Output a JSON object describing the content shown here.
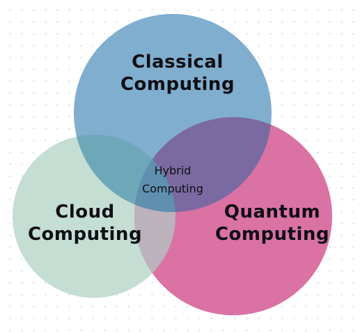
{
  "colors": {
    "cloud": "#c5ded4",
    "quantum": "#db72a4",
    "classical": "#80aecf",
    "cloud_quantum": "#bcb2bc",
    "classical_cloud": "#6ea8b8",
    "classical_quantum": "#7b6aa1",
    "center": "#6090b0",
    "text": "#0f0f14"
  },
  "sets": {
    "classical": {
      "line1": "Classical",
      "line2": "Computing"
    },
    "cloud": {
      "line1": "Cloud",
      "line2": "Computing"
    },
    "quantum": {
      "line1": "Quantum",
      "line2": "Computing"
    }
  },
  "intersection": {
    "line1": "Hybrid",
    "line2": "Computing"
  }
}
